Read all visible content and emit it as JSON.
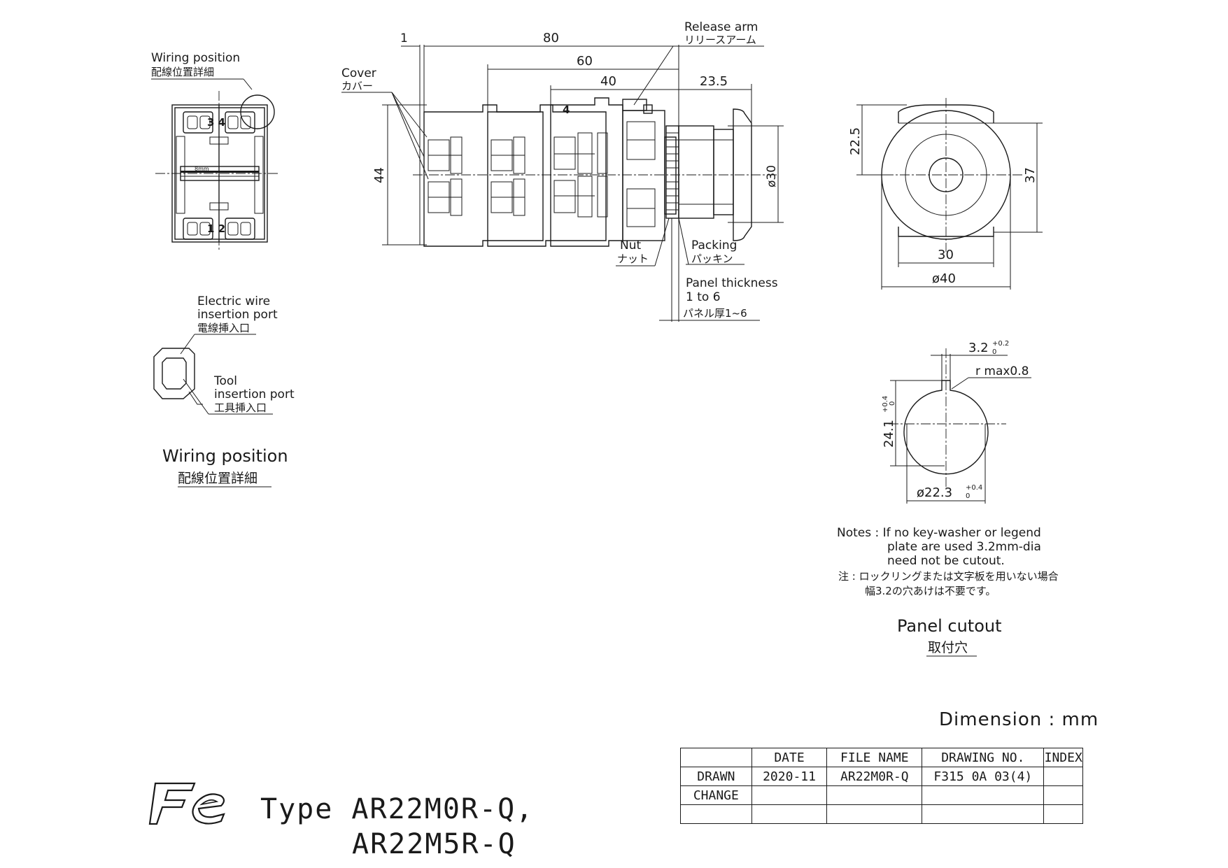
{
  "labels": {
    "wiring_position_en": "Wiring position",
    "wiring_position_ja": "配線位置詳細",
    "cover_en": "Cover",
    "cover_ja": "カバー",
    "release_arm_en": "Release arm",
    "release_arm_ja": "リリースアーム",
    "nut_en": "Nut",
    "nut_ja": "ナット",
    "packing_en": "Packing",
    "packing_ja": "パッキン",
    "panel_thickness_en": "Panel thickness",
    "panel_thickness_range": "1 to 6",
    "panel_thickness_ja": "パネル厚1~6",
    "electric_wire_1": "Electric wire",
    "electric_wire_2": "insertion port",
    "electric_wire_ja": "電線挿入口",
    "tool_1": "Tool",
    "tool_2": "insertion port",
    "tool_ja": "工具挿入口",
    "wiring_title_en": "Wiring position",
    "wiring_title_ja": "配線位置詳細",
    "panel_cutout_en": "Panel cutout",
    "panel_cutout_ja": "取付穴"
  },
  "terminals": {
    "top": "3 4",
    "bottom": "1 2",
    "strip_length": "8mm"
  },
  "dimensions": {
    "d1": "1",
    "d80": "80",
    "d60": "60",
    "d40": "40",
    "d23_5": "23.5",
    "d44": "44",
    "d_phi30": "ø30",
    "d22_5": "22.5",
    "d37": "37",
    "d30": "30",
    "d_phi40": "ø40",
    "d3_2": "3.2",
    "d3_2_tol_up": "+0.2",
    "d3_2_tol_lo": "0",
    "r_max": "r max0.8",
    "d24_1": "24.1",
    "d24_1_tol_up": "+0.4",
    "d24_1_tol_lo": "0",
    "d_phi22_3": "ø22.3",
    "d22_3_tol_up": "+0.4",
    "d22_3_tol_lo": "0",
    "module_number": "4"
  },
  "notes": {
    "line1": "Notes : If no key-washer or legend",
    "line2": "plate are used 3.2mm-dia",
    "line3": "need not be cutout.",
    "line4": "注 : ロックリングまたは文字板を用いない場合",
    "line5": "幅3.2の穴あけは不要です。"
  },
  "dimension_unit": "Dimension : mm",
  "title_block": {
    "headers": [
      "",
      "DATE",
      "FILE NAME",
      "DRAWING NO.",
      "INDEX"
    ],
    "rows": [
      [
        "DRAWN",
        "2020-11",
        "AR22M0R-Q",
        "F315 0A 03(4)",
        ""
      ],
      [
        "CHANGE",
        "",
        "",
        "",
        ""
      ],
      [
        "",
        "",
        "",
        "",
        ""
      ]
    ]
  },
  "type_line1": "Type AR22M0R-Q,",
  "type_line2": "AR22M5R-Q",
  "logo_text": "Fe"
}
